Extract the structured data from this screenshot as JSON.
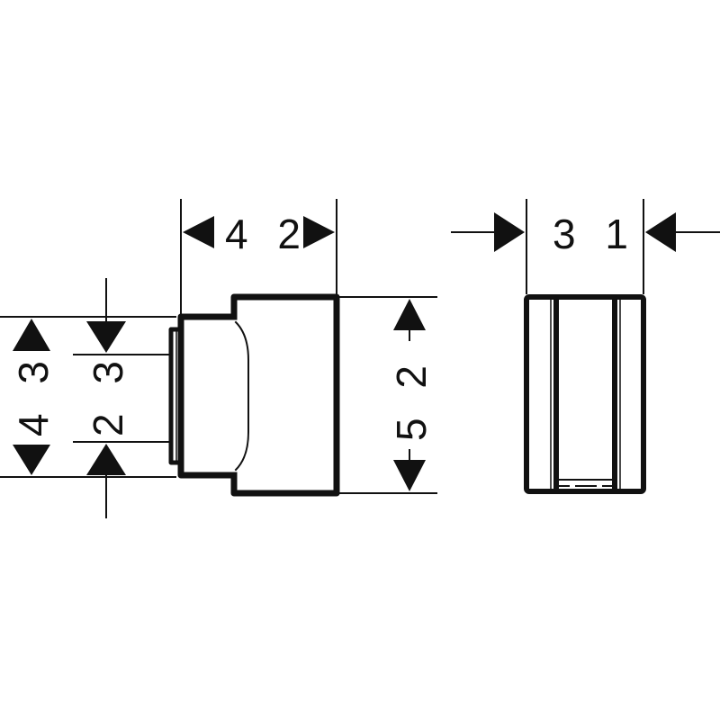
{
  "drawing": {
    "type": "technical-dimension-drawing",
    "units_implied": "mm",
    "line_color": "#111111",
    "background": "#ffffff",
    "views": [
      {
        "name": "side-view",
        "description": "Wall outlet / holder side profile"
      },
      {
        "name": "front-view",
        "description": "Wall outlet / holder front profile"
      }
    ],
    "dimensions": {
      "width_side": {
        "label": "4 2",
        "value": 42,
        "orientation": "horizontal"
      },
      "height_body": {
        "label": "5 2",
        "value": 52,
        "orientation": "vertical"
      },
      "height_neck": {
        "label": "4 3",
        "value": 43,
        "orientation": "vertical"
      },
      "height_inner": {
        "label": "2 3",
        "value": 23,
        "orientation": "vertical"
      },
      "width_front": {
        "label": "3 1",
        "value": 31,
        "orientation": "horizontal"
      }
    }
  }
}
